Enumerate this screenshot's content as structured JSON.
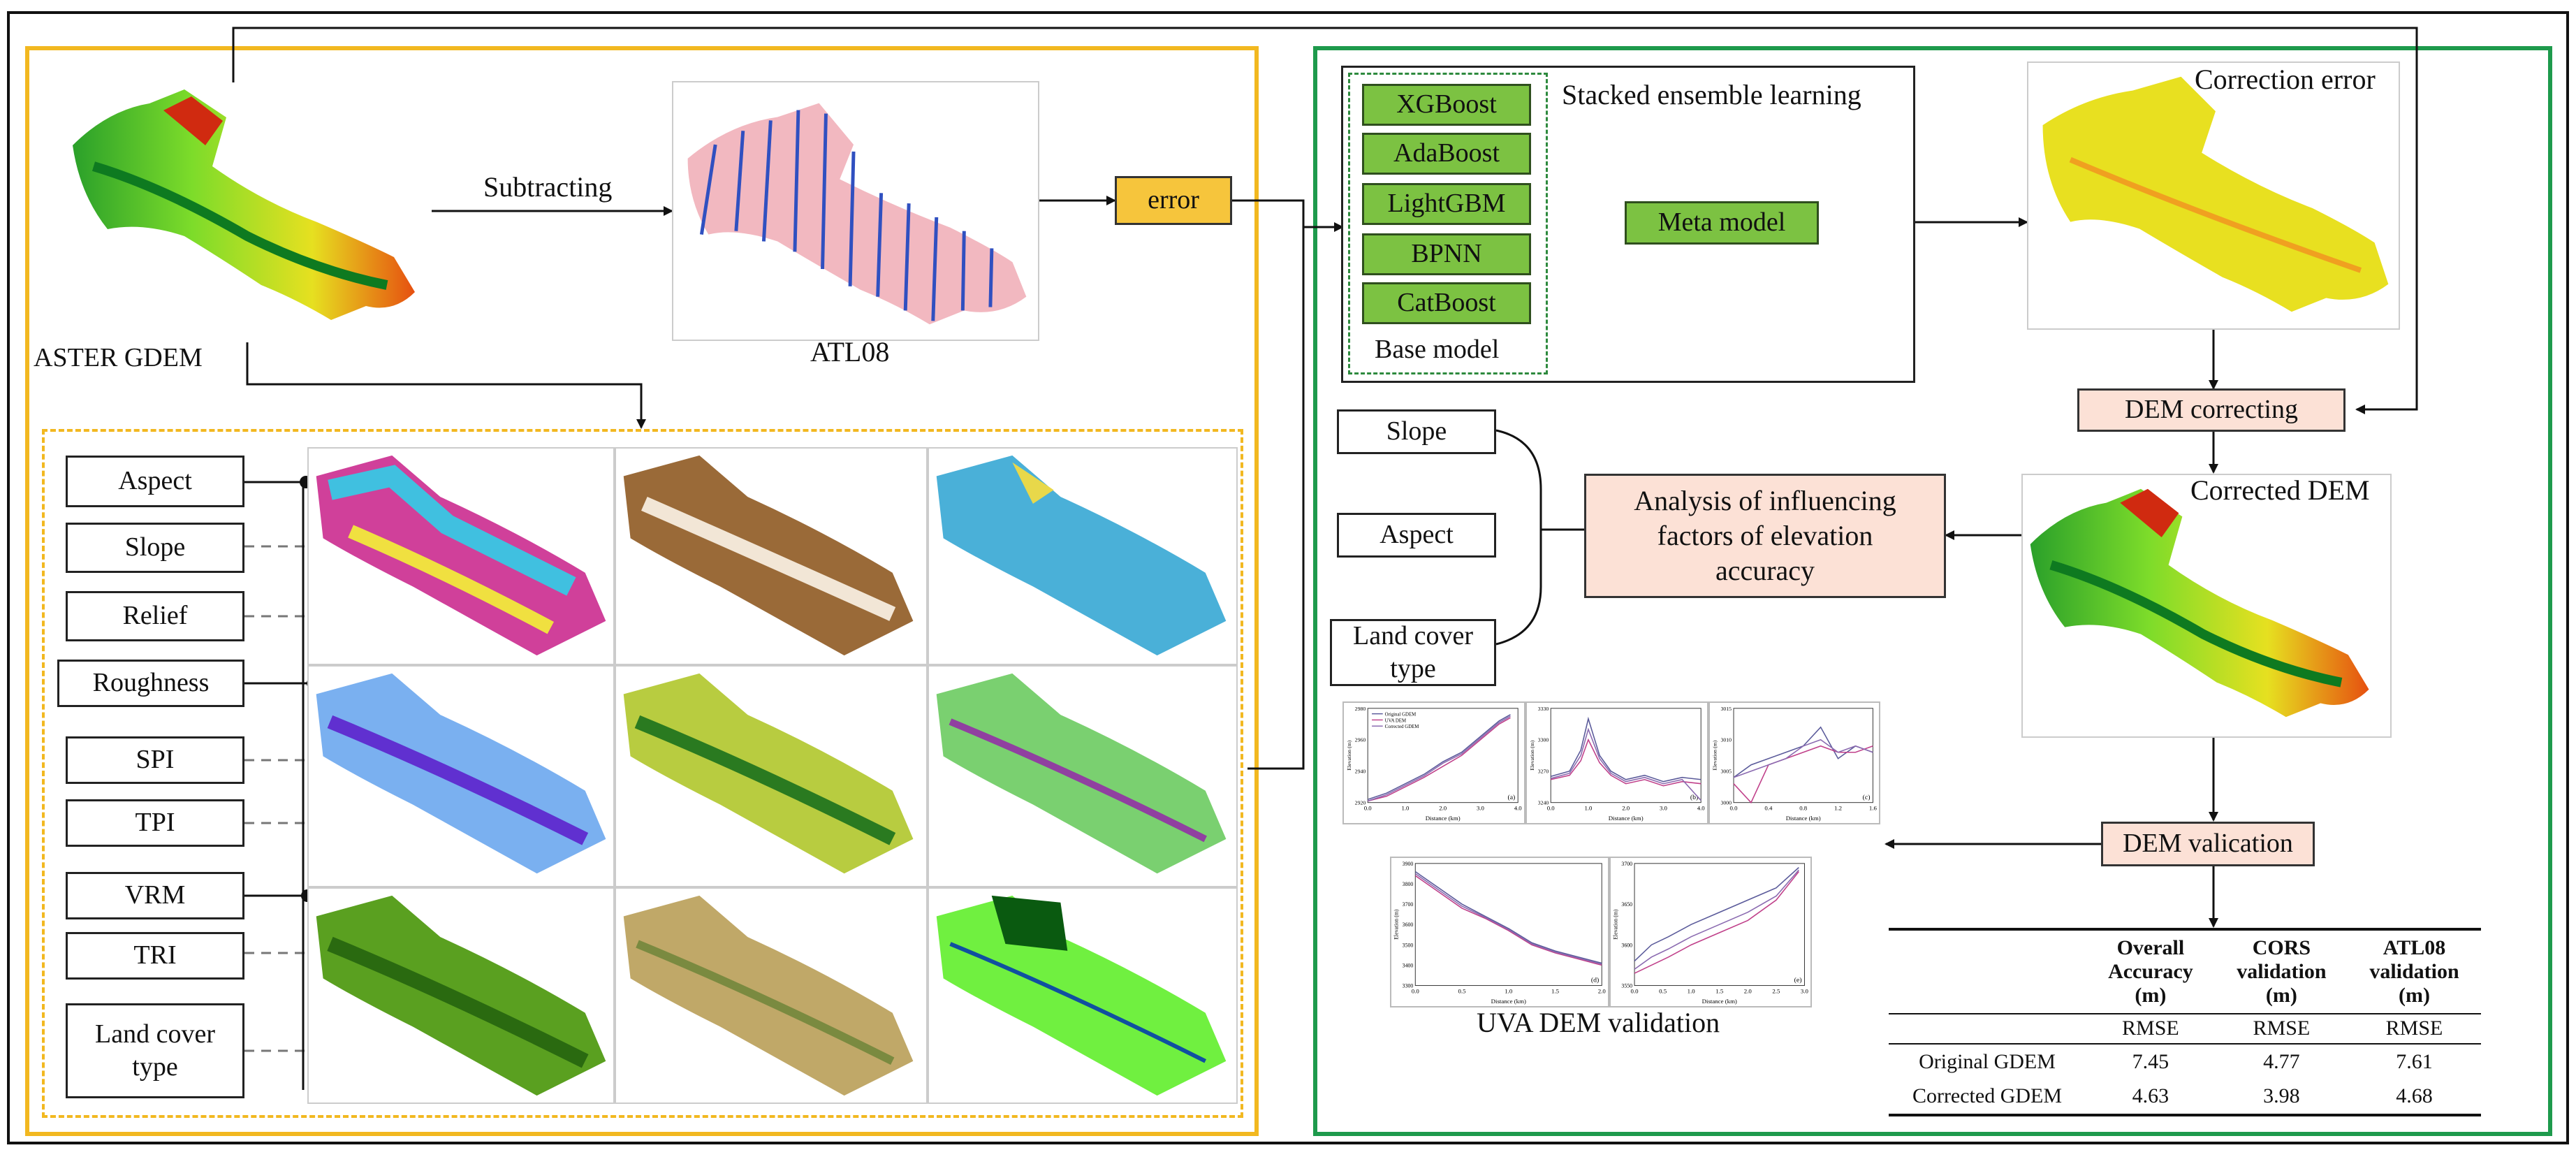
{
  "flow": {
    "input_dem": "ASTER GDEM",
    "atl08": "ATL08",
    "subtracting": "Subtracting",
    "error": "error",
    "stacked_title": "Stacked ensemble learning",
    "base_models": [
      "XGBoost",
      "AdaBoost",
      "LightGBM",
      "BPNN",
      "CatBoost"
    ],
    "base_model_label": "Base model",
    "meta_model": "Meta model",
    "correction_error": "Correction error",
    "dem_correcting": "DEM correcting",
    "corrected_dem": "Corrected DEM",
    "analysis": "Analysis of influencing factors of elevation accuracy",
    "factors_right": [
      "Slope",
      "Aspect",
      "Land cover type"
    ],
    "dem_validation": "DEM valication",
    "uva_title": "UVA DEM validation"
  },
  "factors_left": [
    "Aspect",
    "Slope",
    "Relief",
    "Roughness",
    "SPI",
    "TPI",
    "VRM",
    "TRI",
    "Land cover type"
  ],
  "colors": {
    "yellow_frame": "#f2b820",
    "green_frame": "#1e9a4c",
    "error_box": "#f6c53c",
    "model_green": "#7cc242",
    "pink_box": "#fce1d6"
  },
  "table": {
    "headers": [
      "",
      "Overall Accuracy (m)",
      "CORS validation (m)",
      "ATL08 validation (m)"
    ],
    "subheaders": [
      "",
      "RMSE",
      "RMSE",
      "RMSE"
    ],
    "rows": [
      {
        "name": "Original GDEM",
        "values": [
          "7.45",
          "4.77",
          "7.61"
        ]
      },
      {
        "name": "Corrected GDEM",
        "values": [
          "4.63",
          "3.98",
          "4.68"
        ]
      }
    ]
  },
  "chart_data": [
    {
      "type": "line",
      "panel": "(a)",
      "xlabel": "Distance (km)",
      "ylabel": "Elevation (m)",
      "xlim": [
        0,
        4
      ],
      "ylim": [
        2920,
        2980
      ],
      "xticks": [
        "0.0",
        "1.0",
        "2.0",
        "3.0",
        "4.0"
      ],
      "yticks": [
        "2920",
        "2940",
        "2960",
        "2980"
      ],
      "series": [
        {
          "name": "Original GDEM",
          "x": [
            0,
            0.5,
            1,
            1.5,
            2,
            2.5,
            3,
            3.5,
            3.8
          ],
          "y": [
            2922,
            2926,
            2932,
            2938,
            2946,
            2952,
            2962,
            2972,
            2976
          ]
        },
        {
          "name": "UVA DEM",
          "x": [
            0,
            0.5,
            1,
            1.5,
            2,
            2.5,
            3,
            3.5,
            3.8
          ],
          "y": [
            2921,
            2924,
            2930,
            2936,
            2943,
            2950,
            2960,
            2970,
            2974
          ]
        },
        {
          "name": "Corrected GDEM",
          "x": [
            0,
            0.5,
            1,
            1.5,
            2,
            2.5,
            3,
            3.5,
            3.8
          ],
          "y": [
            2921,
            2925,
            2931,
            2937,
            2945,
            2951,
            2961,
            2971,
            2975
          ]
        }
      ]
    },
    {
      "type": "line",
      "panel": "(b)",
      "xlabel": "Distance (km)",
      "ylabel": "Elevation (m)",
      "xlim": [
        0,
        4
      ],
      "ylim": [
        3240,
        3330
      ],
      "xticks": [
        "0.0",
        "1.0",
        "2.0",
        "3.0",
        "4.0"
      ],
      "yticks": [
        "3240",
        "3270",
        "3300",
        "3330"
      ],
      "series": [
        {
          "name": "Original GDEM",
          "x": [
            0,
            0.5,
            0.8,
            1,
            1.3,
            1.6,
            2,
            2.5,
            3,
            3.5,
            4
          ],
          "y": [
            3265,
            3270,
            3290,
            3320,
            3285,
            3270,
            3262,
            3266,
            3260,
            3264,
            3262
          ]
        },
        {
          "name": "UVA DEM",
          "x": [
            0,
            0.5,
            0.8,
            1,
            1.3,
            1.6,
            2,
            2.5,
            3,
            3.5,
            4
          ],
          "y": [
            3262,
            3266,
            3280,
            3300,
            3278,
            3266,
            3258,
            3262,
            3256,
            3260,
            3258
          ]
        },
        {
          "name": "Corrected GDEM",
          "x": [
            0,
            0.5,
            0.8,
            1,
            1.3,
            1.6,
            2,
            2.5,
            3,
            3.5,
            4
          ],
          "y": [
            3263,
            3268,
            3285,
            3310,
            3282,
            3268,
            3260,
            3264,
            3258,
            3262,
            3242
          ]
        }
      ]
    },
    {
      "type": "line",
      "panel": "(c)",
      "xlabel": "Distance (km)",
      "ylabel": "Elevation (m)",
      "xlim": [
        0,
        1.6
      ],
      "ylim": [
        3000,
        3015
      ],
      "xticks": [
        "0.0",
        "0.4",
        "0.8",
        "1.2",
        "1.6"
      ],
      "yticks": [
        "3000",
        "3005",
        "3010",
        "3015"
      ],
      "series": [
        {
          "name": "Original GDEM",
          "x": [
            0,
            0.2,
            0.4,
            0.6,
            0.8,
            1,
            1.2,
            1.4,
            1.6
          ],
          "y": [
            3004,
            3006,
            3007,
            3008,
            3009,
            3012,
            3007,
            3009,
            3008
          ]
        },
        {
          "name": "UVA DEM",
          "x": [
            0,
            0.2,
            0.4,
            0.6,
            0.8,
            1,
            1.2,
            1.4,
            1.6
          ],
          "y": [
            3003,
            3000,
            3006,
            3007,
            3008,
            3009,
            3008,
            3008,
            3009
          ]
        },
        {
          "name": "Corrected GDEM",
          "x": [
            0,
            0.2,
            0.4,
            0.6,
            0.8,
            1,
            1.2,
            1.4,
            1.6
          ],
          "y": [
            3004,
            3005,
            3006,
            3007,
            3009,
            3010,
            3008,
            3009,
            3008
          ]
        }
      ]
    },
    {
      "type": "line",
      "panel": "(d)",
      "xlabel": "Distance (km)",
      "ylabel": "Elevation (m)",
      "xlim": [
        0,
        2
      ],
      "ylim": [
        3300,
        3900
      ],
      "xticks": [
        "0.0",
        "0.5",
        "1.0",
        "1.5",
        "2.0"
      ],
      "yticks": [
        "3300",
        "3400",
        "3500",
        "3600",
        "3700",
        "3800",
        "3900"
      ],
      "series": [
        {
          "name": "Original GDEM",
          "x": [
            0,
            0.25,
            0.5,
            0.75,
            1,
            1.25,
            1.5,
            1.75,
            2
          ],
          "y": [
            3860,
            3780,
            3700,
            3640,
            3580,
            3510,
            3470,
            3440,
            3410
          ]
        },
        {
          "name": "UVA DEM",
          "x": [
            0,
            0.25,
            0.5,
            0.75,
            1,
            1.25,
            1.5,
            1.75,
            2
          ],
          "y": [
            3840,
            3760,
            3680,
            3630,
            3570,
            3500,
            3460,
            3430,
            3400
          ]
        },
        {
          "name": "Corrected GDEM",
          "x": [
            0,
            0.25,
            0.5,
            0.75,
            1,
            1.25,
            1.5,
            1.75,
            2
          ],
          "y": [
            3850,
            3770,
            3690,
            3635,
            3575,
            3505,
            3465,
            3435,
            3405
          ]
        }
      ]
    },
    {
      "type": "line",
      "panel": "(e)",
      "xlabel": "Distance (km)",
      "ylabel": "Elevation (m)",
      "xlim": [
        0,
        3
      ],
      "ylim": [
        3550,
        3700
      ],
      "xticks": [
        "0.0",
        "0.5",
        "1.0",
        "1.5",
        "2.0",
        "2.5",
        "3.0"
      ],
      "yticks": [
        "3550",
        "3600",
        "3650",
        "3700"
      ],
      "series": [
        {
          "name": "Original GDEM",
          "x": [
            0,
            0.3,
            0.6,
            1,
            1.5,
            2,
            2.5,
            2.9
          ],
          "y": [
            3580,
            3600,
            3610,
            3625,
            3640,
            3655,
            3670,
            3695
          ]
        },
        {
          "name": "UVA DEM",
          "x": [
            0,
            0.3,
            0.6,
            1,
            1.5,
            2,
            2.5,
            2.9
          ],
          "y": [
            3565,
            3575,
            3585,
            3600,
            3615,
            3630,
            3655,
            3690
          ]
        },
        {
          "name": "Corrected GDEM",
          "x": [
            0,
            0.3,
            0.6,
            1,
            1.5,
            2,
            2.5,
            2.9
          ],
          "y": [
            3570,
            3585,
            3595,
            3610,
            3625,
            3640,
            3660,
            3692
          ]
        }
      ]
    }
  ]
}
